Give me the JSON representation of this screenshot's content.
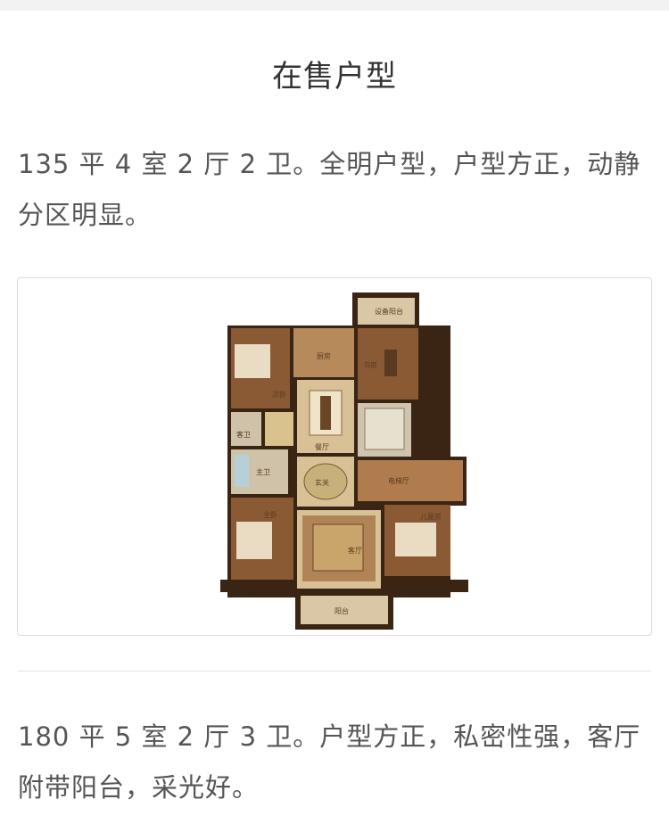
{
  "header": {
    "title": "在售户型"
  },
  "floorplans": [
    {
      "description": "135 平 4 室 2 厅 2 卫。全明户型，户型方正，动静分区明显。",
      "rooms": {
        "equip_balcony": "设备阳台",
        "kitchen": "厨房",
        "study": "书房",
        "second_bedroom_1": "次卧",
        "guest_bath": "客卫",
        "dining": "餐厅",
        "master_bath": "主卫",
        "foyer": "玄关",
        "elevator_hall": "电梯厅",
        "master_bedroom": "主卧",
        "living": "客厅",
        "kids_room": "儿童房",
        "balcony": "阳台"
      }
    },
    {
      "description": "180 平 5 室 2 厅 3 卫。户型方正，私密性强，客厅附带阳台，采光好。"
    }
  ],
  "colors": {
    "wall": "#3a2414",
    "floor_wood": "#8a5a35",
    "floor_light": "#d8c197",
    "accent": "#c98b3f"
  }
}
